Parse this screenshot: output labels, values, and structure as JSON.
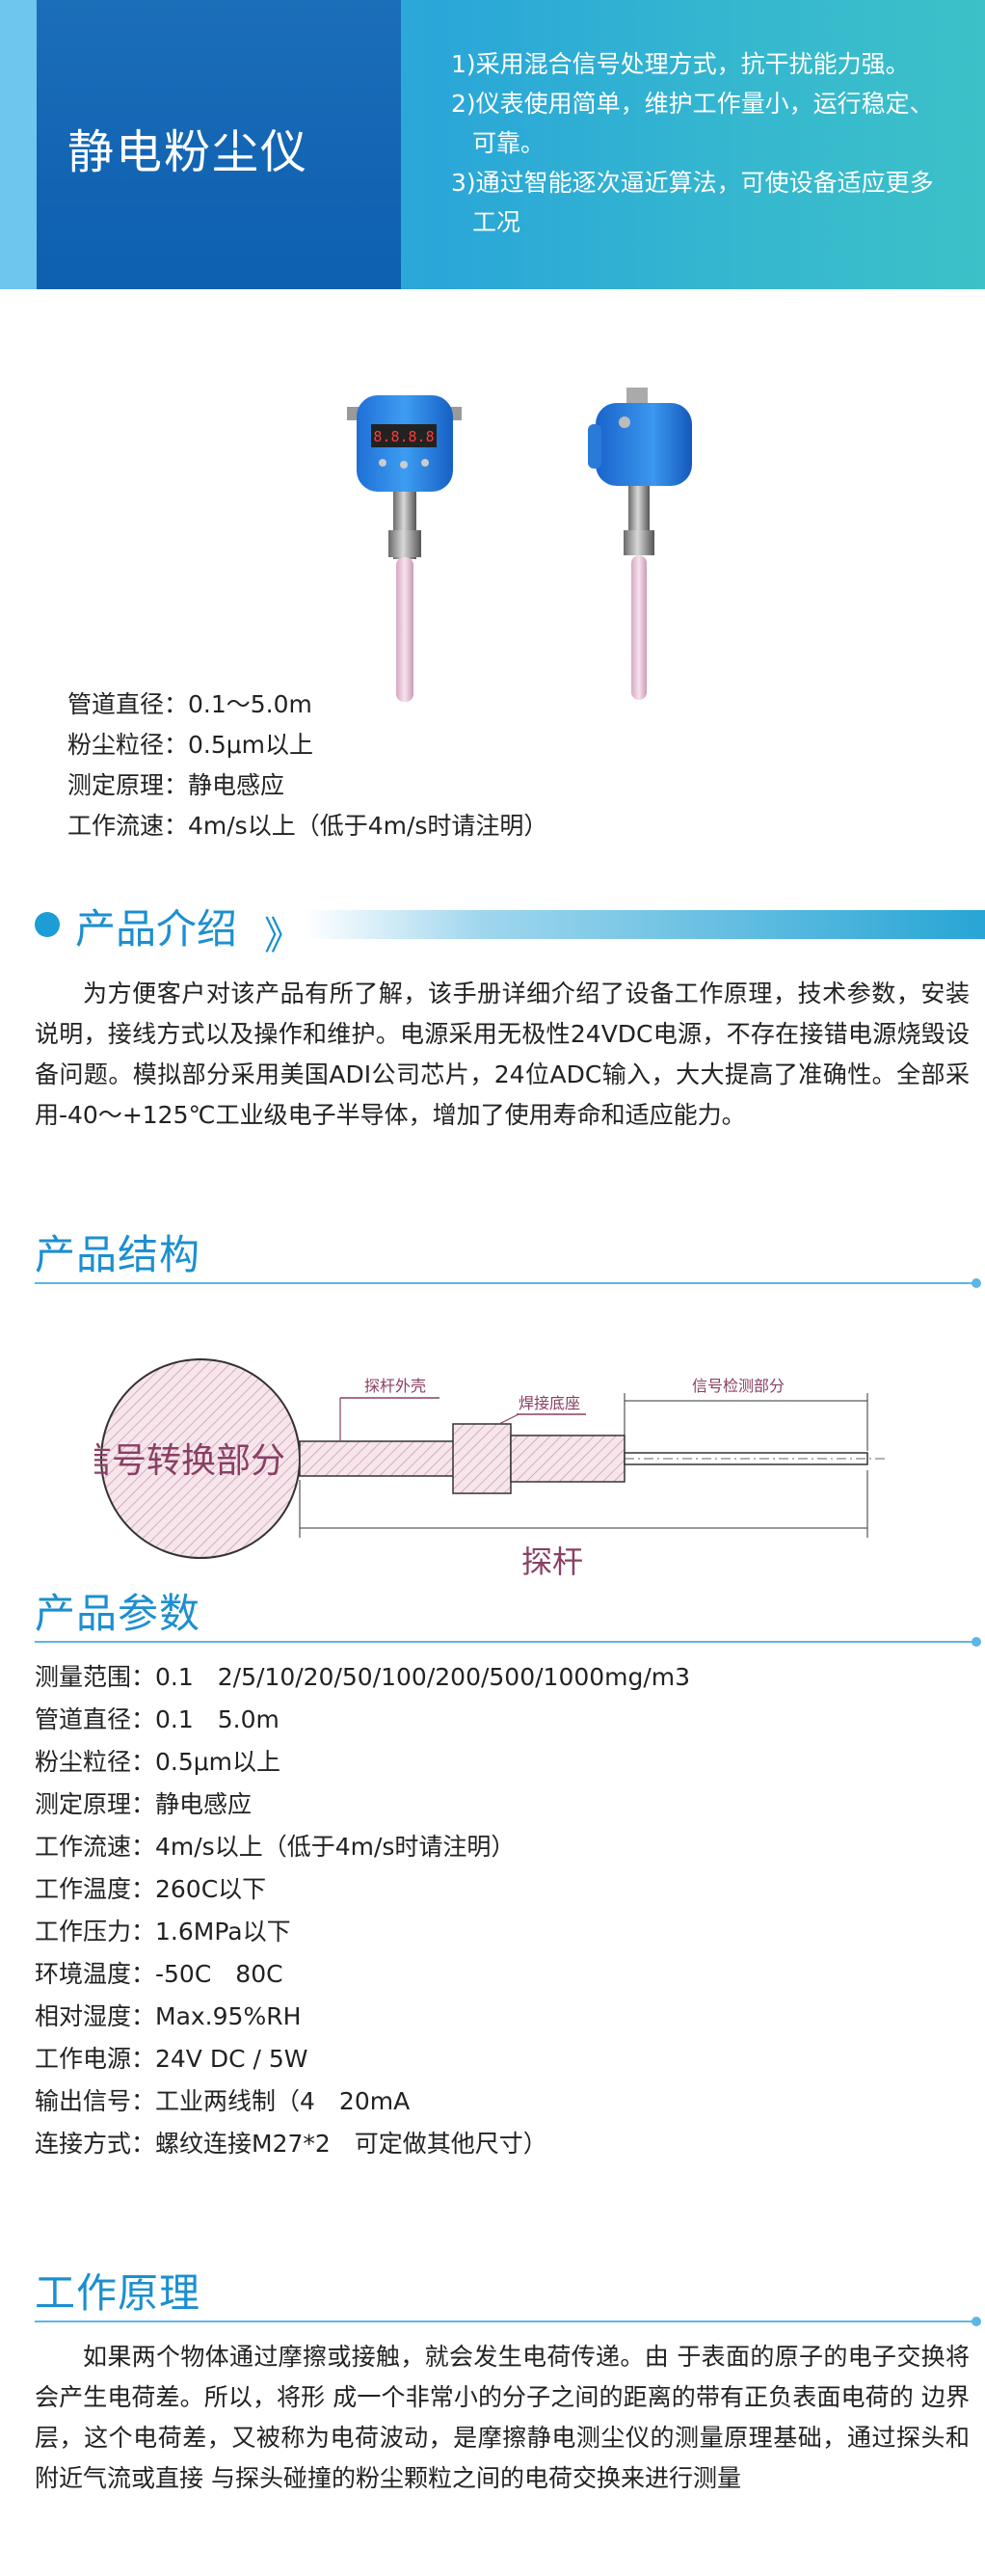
{
  "header": {
    "title": "静电粉尘仪",
    "features": [
      "1)采用混合信号处理方式，抗干扰能力强。",
      "2)仪表使用简单，维护工作量小，运行稳定、可靠。",
      "3)通过智能逐次逼近算法，可使设备适应更多工况"
    ]
  },
  "device": {
    "display_digits": "8.8.8.8"
  },
  "quick_specs": [
    "管道直径：0.1～5.0m",
    "粉尘粒径：0.5μm以上",
    "测定原理：静电感应",
    "工作流速：4m/s以上（低于4m/s时请注明）"
  ],
  "intro": {
    "title": "产品介绍",
    "bracket": "》",
    "text": "为方便客户对该产品有所了解，该手册详细介绍了设备工作原理，技术参数，安装说明，接线方式以及操作和维护。电源采用无极性24VDC电源，不存在接错电源烧毁设备问题。模拟部分采用美国ADI公司芯片，24位ADC输入，大大提高了准确性。全部采用-40～+125℃工业级电子半导体，增加了使用寿命和适应能力。"
  },
  "structure": {
    "title": "产品结构",
    "labels": {
      "head": "信号转换部分",
      "shell": "探杆外壳",
      "weld": "焊接底座",
      "detect": "信号检测部分",
      "probe": "探杆"
    }
  },
  "params": {
    "title": "产品参数",
    "items": [
      "测量范围：0.1　2/5/10/20/50/100/200/500/1000mg/m3",
      "管道直径：0.1　5.0m",
      "粉尘粒径：0.5μm以上",
      "测定原理：静电感应",
      "工作流速：4m/s以上（低于4m/s时请注明）",
      "工作温度：260C以下",
      "工作压力：1.6MPa以下",
      "环境温度：-50C　80C",
      "相对湿度：Max.95%RH",
      "工作电源：24V DC / 5W",
      "输出信号：工业两线制（4　20mA",
      "连接方式：螺纹连接M27*2　可定做其他尺寸）"
    ]
  },
  "principle": {
    "title": "工作原理",
    "text": "如果两个物体通过摩擦或接触，就会发生电荷传递。由 于表面的原子的电子交换将会产生电荷差。所以，将形 成一个非常小的分子之间的距离的带有正负表面电荷的 边界层，这个电荷差，又被称为电荷波动，是摩擦静电测尘仪的测量原理基础，通过探头和附近气流或直接 与探头碰撞的粉尘颗粒之间的电荷交换来进行测量"
  },
  "colors": {
    "accent": "#1c8fd0",
    "banner_dark": "#0d5fb0",
    "diagram_line": "#8a3f63"
  }
}
